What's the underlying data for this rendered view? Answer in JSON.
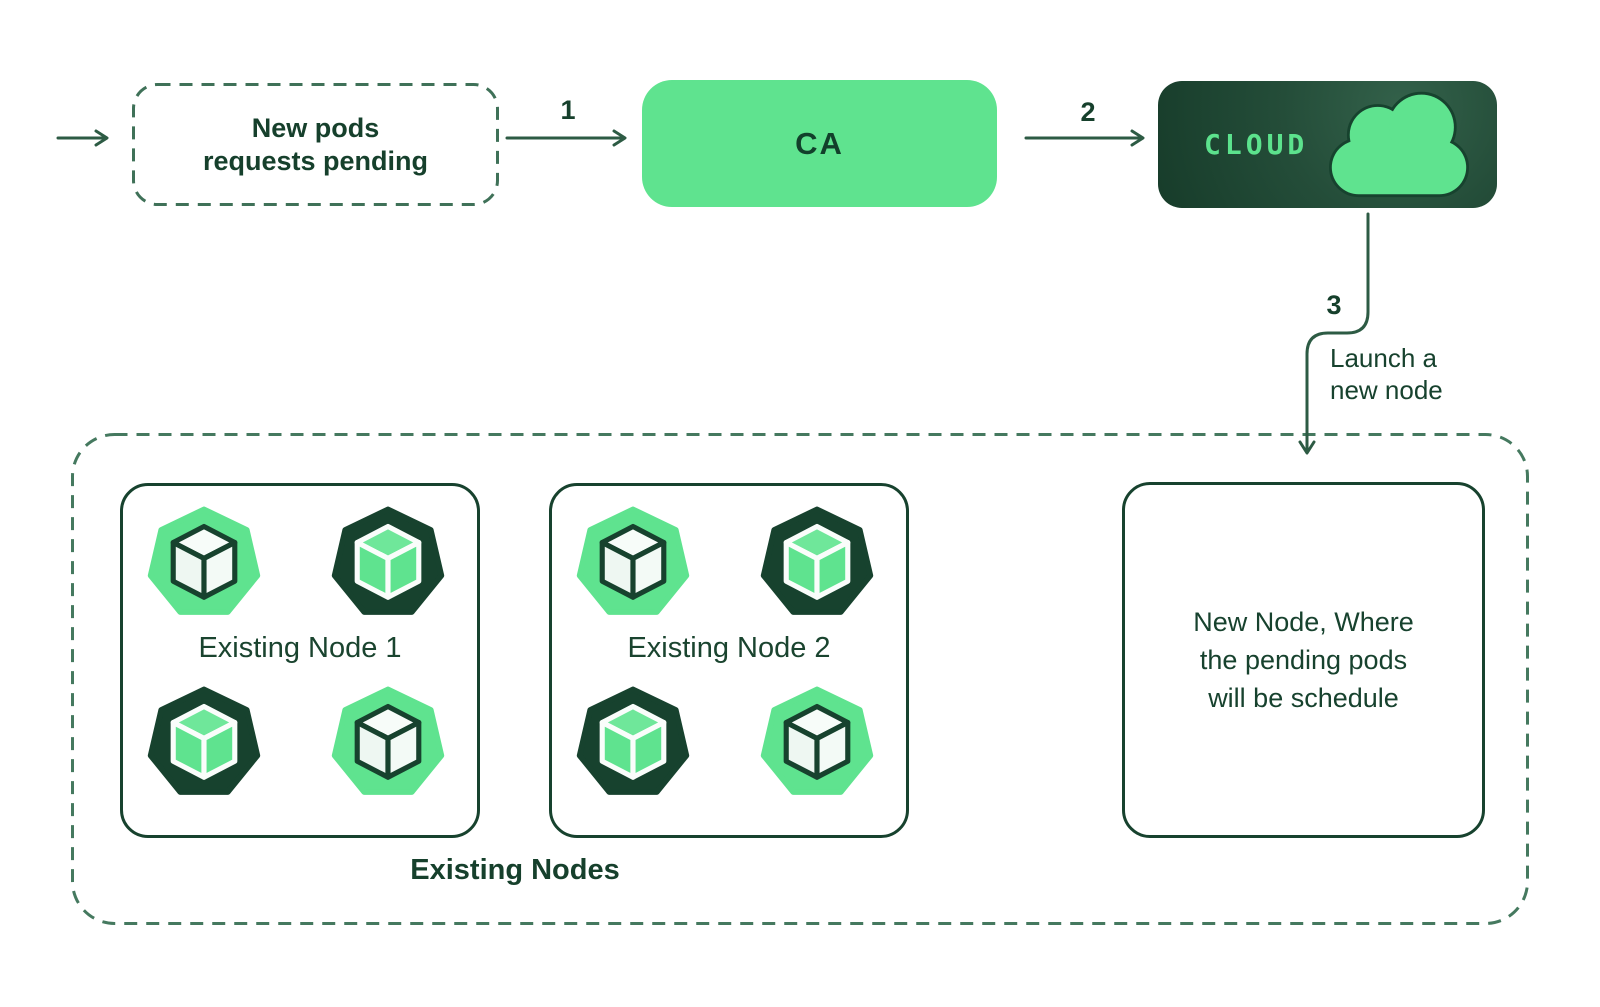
{
  "colors": {
    "accent_green": "#5FE38F",
    "dark_green": "#17422E",
    "line_green": "#2D5B44",
    "dash_green": "#45795F",
    "cloud_text_green": "#5CE28D"
  },
  "flow": {
    "pending_box": {
      "label": "New pods requests pending"
    },
    "ca_box": {
      "label": "CA"
    },
    "cloud_box": {
      "label": "CLOUD",
      "icon": "cloud-icon"
    },
    "arrows": {
      "step1": "1",
      "step2": "2",
      "step3": "3",
      "launch_note": "Launch a new node"
    }
  },
  "cluster": {
    "title": "Existing Nodes",
    "nodes": [
      {
        "label": "Existing Node 1",
        "pods": [
          "pod-icon-light",
          "pod-icon-dark",
          "pod-icon-dark",
          "pod-icon-light"
        ]
      },
      {
        "label": "Existing Node 2",
        "pods": [
          "pod-icon-light",
          "pod-icon-dark",
          "pod-icon-dark",
          "pod-icon-light"
        ]
      }
    ],
    "new_node": {
      "label": "New Node, Where the pending pods will be schedule"
    }
  }
}
